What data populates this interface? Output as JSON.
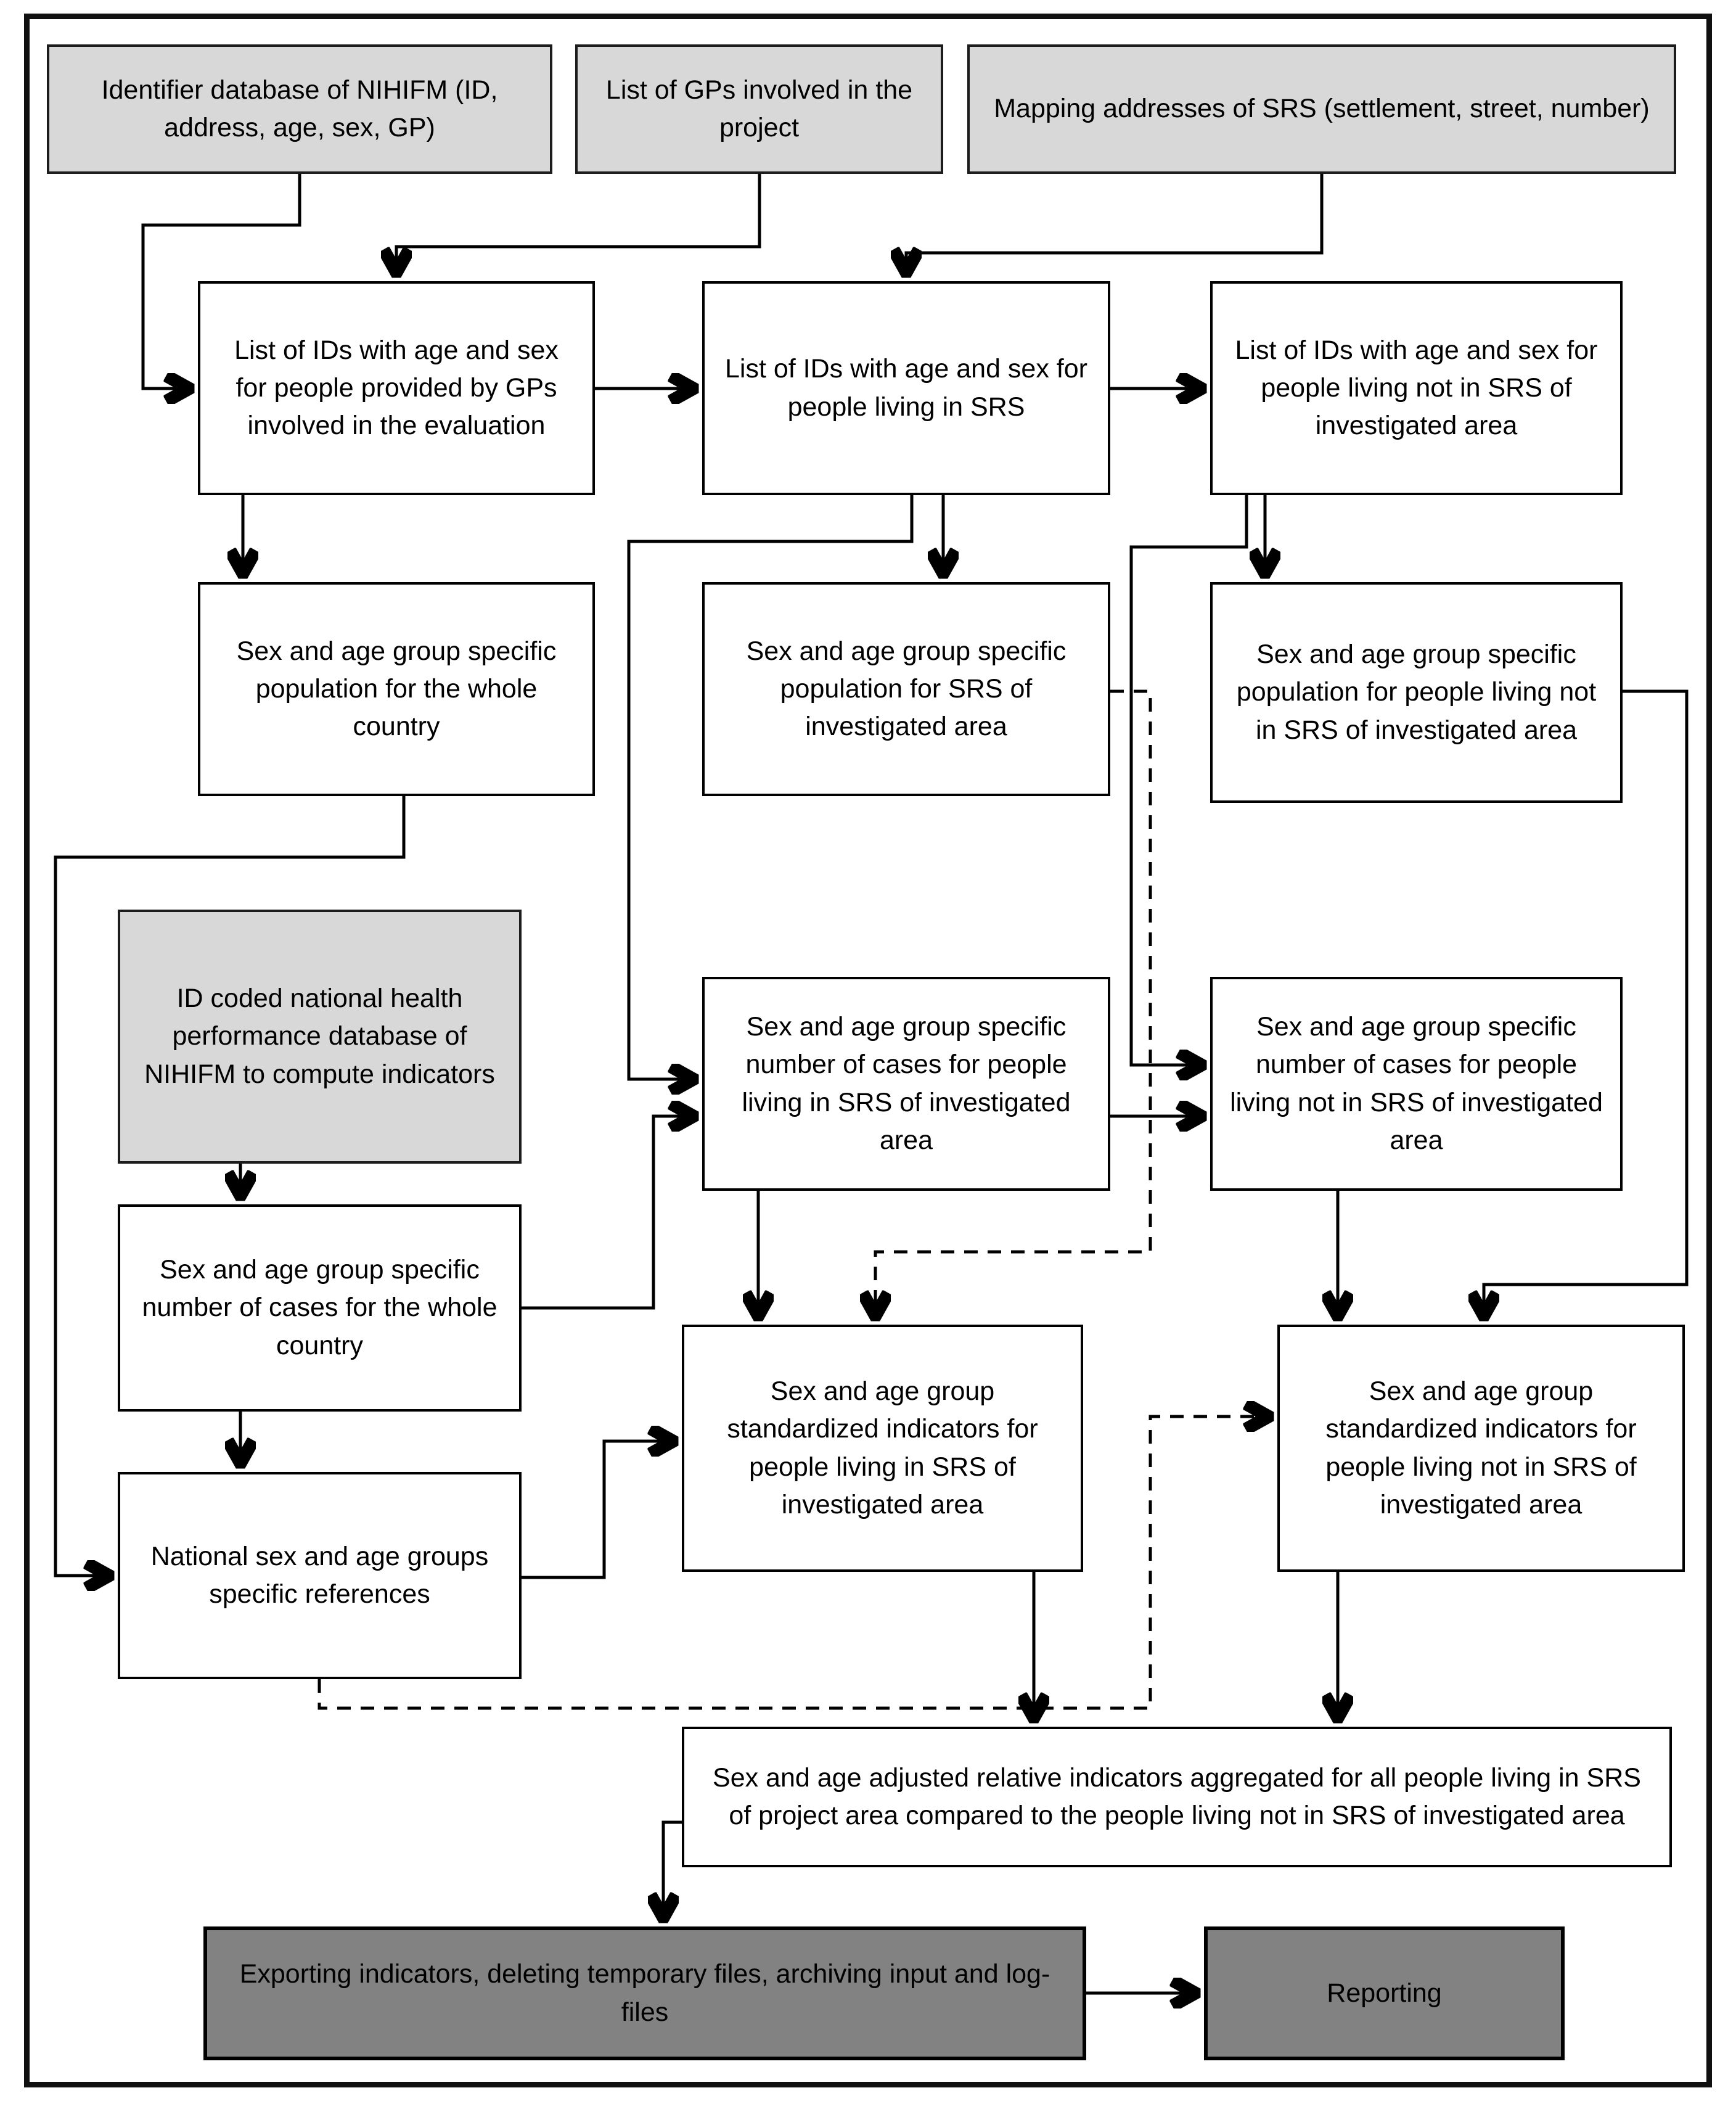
{
  "diagram": {
    "type": "flowchart",
    "background": "#ffffff",
    "colors": {
      "source_box_fill": "#d8d8d8",
      "process_box_fill": "#ffffff",
      "terminal_box_fill": "#828282",
      "border": "#000000",
      "connector": "#000000"
    }
  },
  "nodes": {
    "a1": "Identifier database of NIHIFM (ID, address, age, sex, GP)",
    "a2": "List of GPs involved in the project",
    "a3": "Mapping addresses of SRS (settlement, street, number)",
    "b1": "List of IDs with age and sex for people provided by GPs involved in the evaluation",
    "b2": "List of IDs with age and sex for people living in SRS",
    "b3": "List of IDs with age and sex for people living not in SRS of investigated area",
    "c1": "Sex and age group specific population for the whole country",
    "c2": "Sex and age group specific population for SRS of investigated area",
    "c3": "Sex and age group specific population for people living not in SRS of investigated area",
    "d": "ID coded national health performance database of NIHIFM to compute indicators",
    "e2": "Sex and age group specific number of cases for people living in SRS of investigated area",
    "e3": "Sex and age group specific number of cases for people living not in SRS of investigated area",
    "f1": "Sex and age group specific number of cases for the whole country",
    "g1": "National sex and age groups specific references",
    "h2": "Sex and age group standardized indicators for people living in SRS of investigated area",
    "h3": "Sex and age group standardized indicators for people living not in SRS of investigated area",
    "i": "Sex and age adjusted relative indicators aggregated for all people living in SRS of project area compared to the people living not in SRS of investigated area",
    "j": "Exporting indicators, deleting temporary files, archiving input and log-files",
    "k": "Reporting"
  },
  "edges": [
    {
      "from": "a1",
      "to": "b1",
      "style": "solid"
    },
    {
      "from": "a2",
      "to": "b1",
      "style": "solid"
    },
    {
      "from": "a3",
      "to": "b2",
      "style": "solid"
    },
    {
      "from": "b1",
      "to": "b2",
      "style": "solid"
    },
    {
      "from": "b2",
      "to": "b3",
      "style": "solid"
    },
    {
      "from": "b1",
      "to": "c1",
      "style": "solid"
    },
    {
      "from": "b2",
      "to": "c2",
      "style": "solid"
    },
    {
      "from": "b3",
      "to": "c3",
      "style": "solid"
    },
    {
      "from": "b2",
      "to": "e2",
      "style": "solid"
    },
    {
      "from": "b3",
      "to": "e3",
      "style": "solid"
    },
    {
      "from": "d",
      "to": "f1",
      "style": "solid"
    },
    {
      "from": "f1",
      "to": "g1",
      "style": "solid"
    },
    {
      "from": "f1",
      "to": "e2",
      "style": "solid"
    },
    {
      "from": "e2",
      "to": "e3",
      "style": "solid"
    },
    {
      "from": "c1",
      "to": "g1",
      "style": "solid"
    },
    {
      "from": "g1",
      "to": "h2",
      "style": "solid"
    },
    {
      "from": "e2",
      "to": "h2",
      "style": "solid"
    },
    {
      "from": "e3",
      "to": "h3",
      "style": "solid"
    },
    {
      "from": "c3",
      "to": "h3",
      "style": "solid"
    },
    {
      "from": "h2",
      "to": "i",
      "style": "solid"
    },
    {
      "from": "h3",
      "to": "i",
      "style": "solid"
    },
    {
      "from": "i",
      "to": "j",
      "style": "solid"
    },
    {
      "from": "j",
      "to": "k",
      "style": "solid"
    },
    {
      "from": "c2",
      "to": "h2",
      "style": "dashed"
    },
    {
      "from": "g1",
      "to": "h3",
      "style": "dashed"
    }
  ]
}
